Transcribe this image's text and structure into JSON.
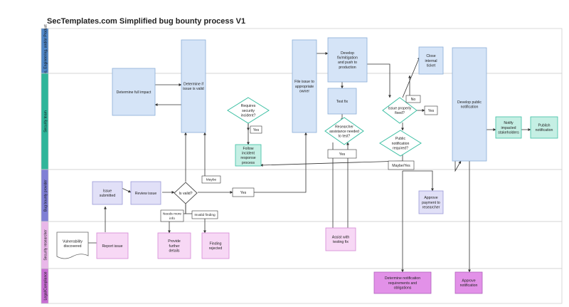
{
  "title": "SecTemplates.com Simplified bug bounty process V1",
  "colors": {
    "blue_fill": "#d5e4f7",
    "blue_stroke": "#8aaed8",
    "teal_fill": "#c5efe4",
    "teal_stroke": "#3cbfa3",
    "lav_fill": "#e1e0f7",
    "lav_stroke": "#9a98d8",
    "pinklt_fill": "#f7d8f5",
    "pinklt_stroke": "#d487d4",
    "pink_fill": "#e291e8",
    "pink_stroke": "#b061bb",
    "lane_blue": "#4f86c6",
    "lane_teal": "#2fb59a",
    "lane_purple": "#7f7fd5",
    "lane_pinklt": "#e9b7e9",
    "lane_pink": "#c76fd3"
  },
  "lanes": [
    {
      "label": "Ops, Engineering, and/or Product",
      "color": "lane_blue"
    },
    {
      "label": "Security team",
      "color": "lane_teal"
    },
    {
      "label": "Bug bounty provider",
      "color": "lane_purple"
    },
    {
      "label": "Security researcher",
      "color": "lane_pinklt"
    },
    {
      "label": "Legal/Compliance",
      "color": "lane_pink"
    }
  ],
  "nodes": {
    "vuln_discovered": "Vulnerability discovered",
    "report_issue": "Report issue",
    "provide_details": "Provide further details",
    "finding_rejected": "Finding rejected",
    "issue_submitted": "Issue submitted",
    "review_issue": "Review issue",
    "is_valid": "Is valid?",
    "needs_more_info": "Needs more info",
    "invalid_finding": "Invalid finding",
    "maybe": "Maybe",
    "yes_valid": "Yes",
    "determine_impact": "Determine full impact",
    "determine_valid": "Determine if issue is valid",
    "requires_incident": "Requires security incident?",
    "yes_incident": "Yes",
    "follow_incident": "Follow incident response process",
    "file_issue": "File issue to appropriate owner",
    "develop_fix": "Develop fix/mitigation and push to production",
    "test_fix": "Test fix",
    "researcher_assist": "Researcher assistance needed to test?",
    "yes_assist": "Yes",
    "assist_testing": "Assist with testing fix",
    "issue_fixed": "Issue properly fixed?",
    "no_fixed": "No",
    "yes_fixed": "Yes",
    "close_ticket": "Close internal ticket",
    "public_notification": "Public notification required?",
    "maybe_yes": "Maybe/Yes",
    "approve_payment": "Approve payment to researcher",
    "determine_notif": "Determine notification requirements and obligations",
    "develop_public": "Develop public notification",
    "approve_notif": "Approve notification",
    "notify_stakeholders": "Notify impacted stakeholders",
    "publish_notif": "Publish notification"
  }
}
